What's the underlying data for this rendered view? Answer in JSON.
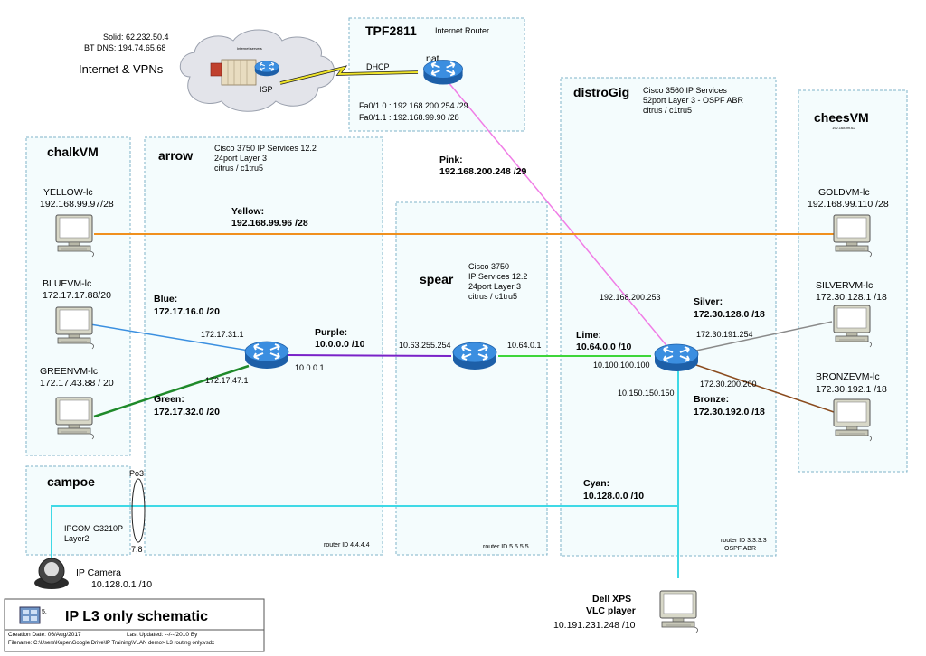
{
  "internet": {
    "solid": "Solid: 62.232.50.4",
    "bt_dns": "BT DNS: 194.74.65.68",
    "label": "Internet & VPNs",
    "servers_label": "Internet servers",
    "isp_label": "ISP"
  },
  "tpf": {
    "title": "TPF2811",
    "desc": "Internet Router",
    "dhcp": "DHCP",
    "nat": "nat",
    "fa0": "Fa0/1.0 : 192.168.200.254 /29",
    "fa1": "Fa0/1.1 : 192.168.99.90 /28"
  },
  "chalk": {
    "title": "chalkVM",
    "yellow_name": "YELLOW-lc",
    "yellow_ip": "192.168.99.97/28",
    "blue_name": "BLUEVM-lc",
    "blue_ip": "172.17.17.88/20",
    "green_name": "GREENVM-lc",
    "green_ip": "172.17.43.88 / 20"
  },
  "arrow": {
    "title": "arrow",
    "desc1": "Cisco 3750 IP Services 12.2",
    "desc2": "24port Layer 3",
    "desc3": "citrus  / c1tru5",
    "router_id": "router ID 4.4.4.4",
    "ip_blue": "172.17.31.1",
    "ip_green": "172.17.47.1",
    "ip_purple": "10.0.0.1"
  },
  "spear": {
    "title": "spear",
    "desc1": "Cisco 3750",
    "desc2": "IP Services 12.2",
    "desc3": "24port Layer 3",
    "desc4": "citrus  / c1tru5",
    "router_id": "router ID 5.5.5.5",
    "ip_left": "10.63.255.254",
    "ip_right": "10.64.0.1"
  },
  "distro": {
    "title": "distroGig",
    "desc1": "Cisco 3560 IP Services",
    "desc2": "52port Layer 3 - OSPF ABR",
    "desc3": "citrus  / c1tru5",
    "router_id": "router ID 3.3.3.3",
    "ospf": "OSPF ABR",
    "ip_pink": "192.168.200.253",
    "ip_lime": "10.100.100.100",
    "ip_cyan": "10.150.150.150",
    "ip_silver": "172.30.191.254",
    "ip_bronze": "172.30.200.200"
  },
  "chees": {
    "title": "cheesVM",
    "sub": "192.168.99.62",
    "gold_name": "GOLDVM-lc",
    "gold_ip": "192.168.99.110 /28",
    "silver_name": "SILVERVM-lc",
    "silver_ip": "172.30.128.1 /18",
    "bronze_name": "BRONZEVM-lc",
    "bronze_ip": "172.30.192.1 /18"
  },
  "campoe": {
    "title": "campoe",
    "po3": "Po3",
    "desc1": "IPCOM G3210P",
    "desc2": "Layer2",
    "port": "7,8",
    "cam_name": "IP Camera",
    "cam_ip": "10.128.0.1 /10"
  },
  "networks": {
    "yellow_label": "Yellow:",
    "yellow_net": "192.168.99.96 /28",
    "pink_label": "Pink:",
    "pink_net": "192.168.200.248 /29",
    "blue_label": "Blue:",
    "blue_net": "172.17.16.0 /20",
    "green_label": "Green:",
    "green_net": "172.17.32.0 /20",
    "purple_label": "Purple:",
    "purple_net": "10.0.0.0 /10",
    "lime_label": "Lime:",
    "lime_net": "10.64.0.0 /10",
    "silver_label": "Silver:",
    "silver_net": "172.30.128.0 /18",
    "bronze_label": "Bronze:",
    "bronze_net": "172.30.192.0 /18",
    "cyan_label": "Cyan:",
    "cyan_net": "10.128.0.0 /10"
  },
  "dell": {
    "name1": "Dell XPS",
    "name2": "VLC player",
    "ip": "10.191.231.248 /10"
  },
  "title_block": {
    "page_num": "5.",
    "title": "IP L3 only schematic",
    "created": "Creation Date: 06/Aug/2017",
    "updated": "Last Updated: --/--/2010 By",
    "filename": "Filename:  C:\\Users\\Kuper\\Google Drive\\IP Training\\VLAN demo>  L3 routing  only.vsdx"
  },
  "colors": {
    "yellow_link": "#f0901e",
    "pink_link": "#f07de6",
    "blue_link": "#3a8fe0",
    "green_link": "#1f8a2a",
    "purple_link": "#7a22c8",
    "lime_link": "#3fd63a",
    "silver_link": "#8a8a8a",
    "bronze_link": "#8a4b1e",
    "cyan_link": "#3fd9e6",
    "router_blue": "#2f7fd0"
  }
}
